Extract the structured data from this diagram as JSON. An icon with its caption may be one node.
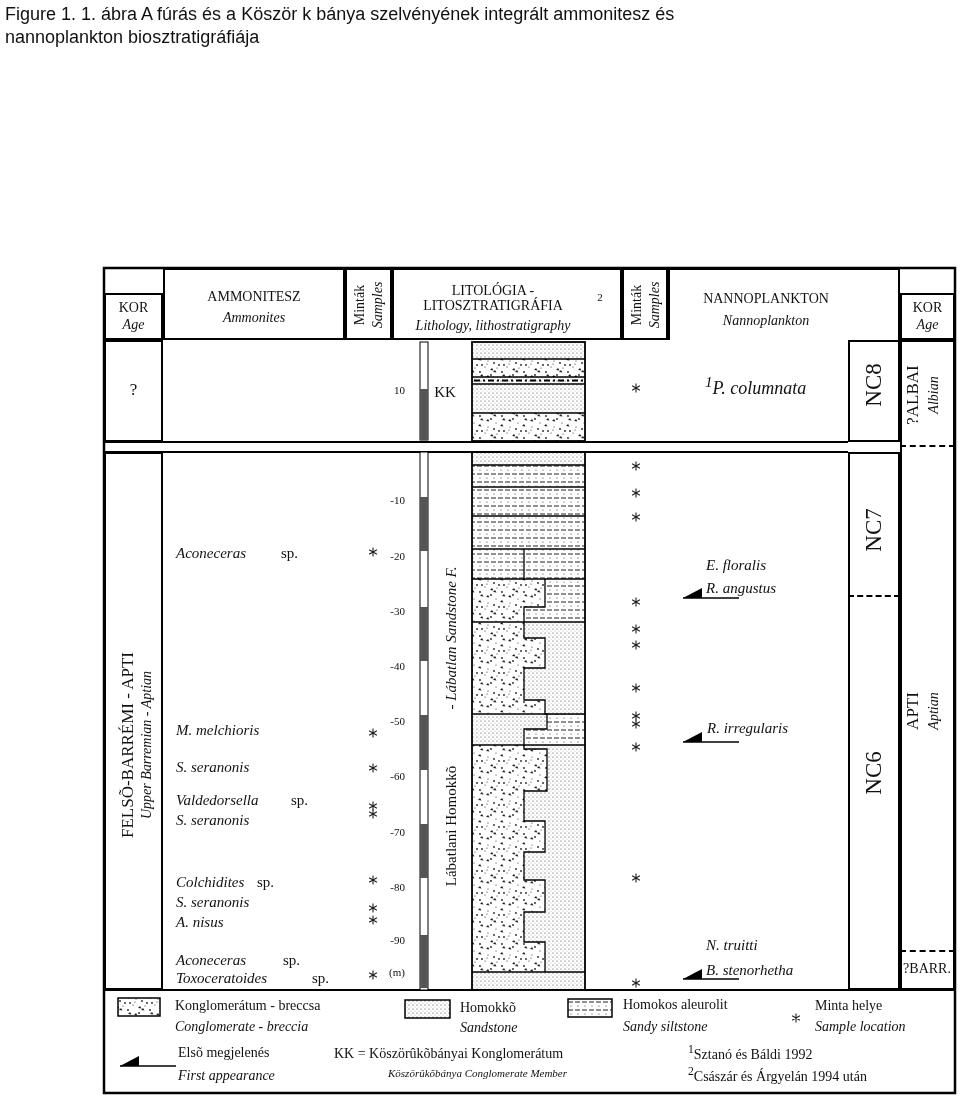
{
  "diagram": {
    "title": "Figure 1. 1. ábra A fúrás és a Köször k bánya szelvényének integrált ammonitesz és nannoplankton biosztratigráfiája",
    "nodes": [
      {
        "text": [
          "KOR",
          "Age"
        ]
      },
      {
        "text": [
          "AMMONITESZ",
          "Ammonites"
        ]
      },
      {
        "text": [
          "Minták",
          "Samples"
        ]
      },
      {
        "text": [
          "LITOLÓGIA - LITOSZTRATIGRÁFIA",
          "Lithology, lithostratigraphy"
        ]
      },
      {
        "text": [
          "Minták",
          "Samples"
        ]
      },
      {
        "text": [
          "NANNOPLANKTON",
          "Nannoplankton"
        ]
      },
      {
        "text": [
          "KOR",
          "Age"
        ]
      },
      {
        "text": [
          "?"
        ]
      },
      {
        "text": [
          "FELSÕ-BARRÉMI - APTI",
          "Upper Barremian - Aptian"
        ]
      },
      {
        "text": [
          "NC8"
        ]
      },
      {
        "text": [
          "?ALBAI",
          "Albian"
        ]
      },
      {
        "text": [
          "NC7"
        ]
      },
      {
        "text": [
          "NC6"
        ]
      },
      {
        "text": [
          "APTI",
          "Aptian"
        ]
      },
      {
        "text": [
          "?BARR."
        ]
      }
    ],
    "labels": [
      "2",
      "10",
      "KK",
      "$^{1}$P. columnata",
      "-10",
      "Aconeceras",
      "sp.",
      "-20",
      "E. floralis",
      "R. angustus",
      "-30",
      "-40",
      "- Lábatlan Sandstone F.",
      "Lábatlani Homokkõ",
      "-50",
      "M. melchioris",
      "R. irregularis",
      "S. seranonis",
      "-60",
      "Valdedorsella",
      "sp.",
      "S. seranonis",
      "-70",
      "Colchidites",
      "sp.",
      "-80",
      "S. seranonis",
      "A. nisus",
      "-90",
      "N. truitti",
      "Aconeceras",
      "sp.",
      "Toxoceratoides",
      "sp.",
      "(m)",
      "B. stenorhetha",
      "Conglomerate - breccia",
      "Sandstone",
      "Sandy siltstone",
      "Sample location",
      "First appearance",
      "KK = Köszörûkõbányai Konglomerátum",
      "Köszörûkõbánya Conglomerate Member",
      "$^{1}$Sztanó és  Báldi 1992",
      "$^{2}$Császár és Árgyelán 1994 után"
    ],
    "legend": [
      {
        "text": "Konglomerátum - breccsa"
      },
      {
        "text": "Homokkõ"
      },
      {
        "text": "Homokos aleurolit"
      },
      {
        "text": "Minta helye"
      },
      {
        "text": "Elsõ megjelenés"
      }
    ]
  }
}
